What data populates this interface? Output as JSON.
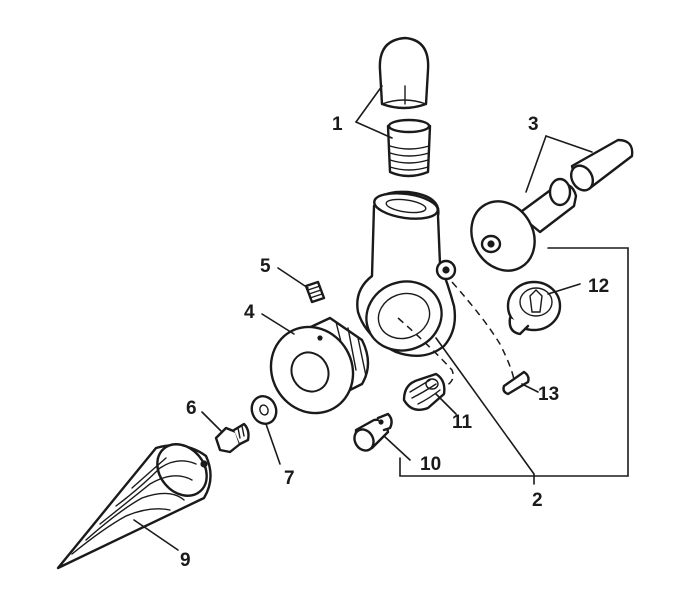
{
  "callouts": {
    "c1": "1",
    "c2": "2",
    "c3": "3",
    "c4": "4",
    "c5": "5",
    "c6": "6",
    "c7": "7",
    "c9": "9",
    "c10": "10",
    "c11": "11",
    "c12": "12",
    "c13": "13"
  }
}
